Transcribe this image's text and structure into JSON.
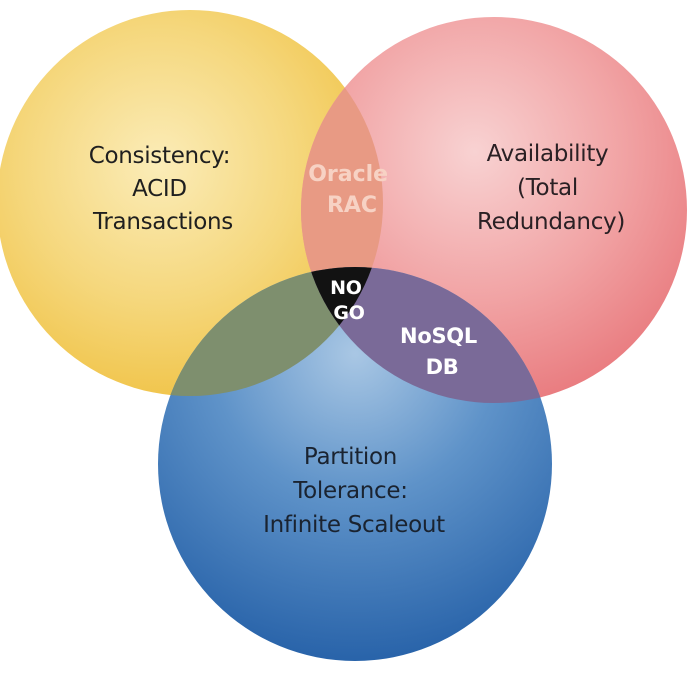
{
  "diagram": {
    "sets": {
      "consistency": {
        "lines": [
          "Consistency:",
          "ACID",
          "Transactions"
        ],
        "color": "#f6d46c"
      },
      "availability": {
        "lines": [
          "Availability",
          "(Total",
          "Redundancy)"
        ],
        "color": "#f09a9c"
      },
      "partition": {
        "lines": [
          "Partition",
          "Tolerance:",
          "Infinite Scaleout"
        ],
        "color": "#3c7cc0"
      }
    },
    "intersections": {
      "consistency_availability": {
        "lines": [
          "Oracle",
          "RAC"
        ],
        "text_color": "#f7d2c4"
      },
      "availability_partition": {
        "lines": [
          "NoSQL",
          "DB"
        ],
        "text_color": "#ffffff"
      },
      "all_three": {
        "lines": [
          "NO",
          "GO"
        ],
        "fill_color": "#111111",
        "text_color": "#ffffff"
      }
    }
  }
}
